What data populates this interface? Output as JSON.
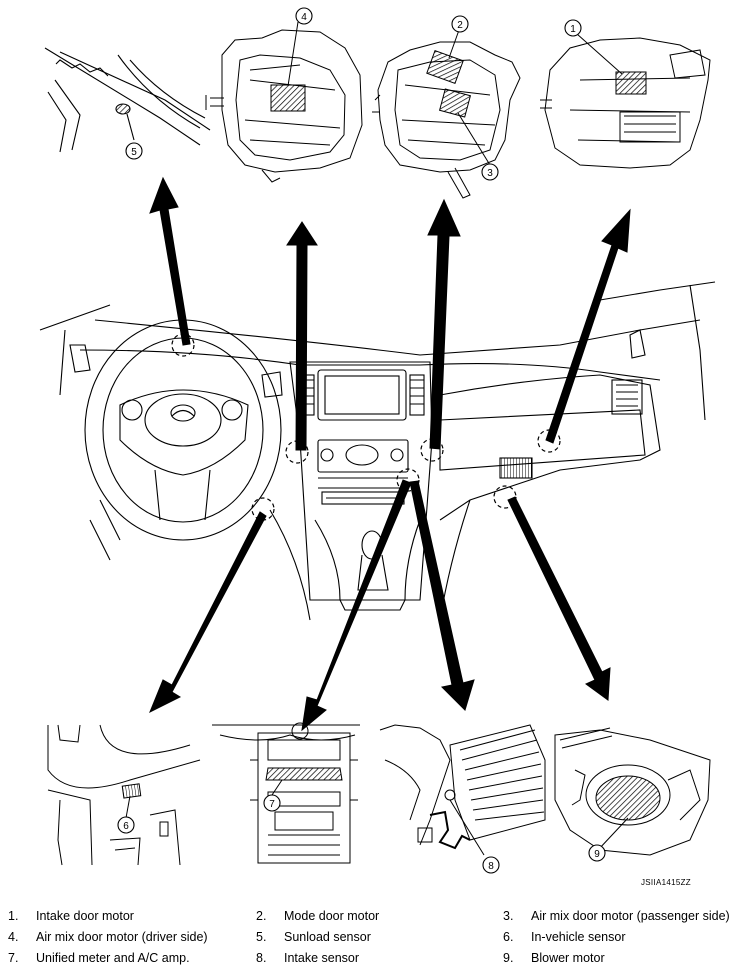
{
  "figure_code": "JSIIA1415ZZ",
  "callout_numbers": [
    "1",
    "2",
    "3",
    "4",
    "5",
    "6",
    "7",
    "8",
    "9"
  ],
  "legend": [
    {
      "num": "1.",
      "label": "Intake door motor"
    },
    {
      "num": "2.",
      "label": "Mode door motor"
    },
    {
      "num": "3.",
      "label": "Air mix door motor (passenger side)"
    },
    {
      "num": "4.",
      "label": "Air mix door motor (driver side)"
    },
    {
      "num": "5.",
      "label": "Sunload sensor"
    },
    {
      "num": "6.",
      "label": "In-vehicle sensor"
    },
    {
      "num": "7.",
      "label": "Unified meter and A/C amp."
    },
    {
      "num": "8.",
      "label": "Intake sensor"
    },
    {
      "num": "9.",
      "label": "Blower motor"
    }
  ]
}
